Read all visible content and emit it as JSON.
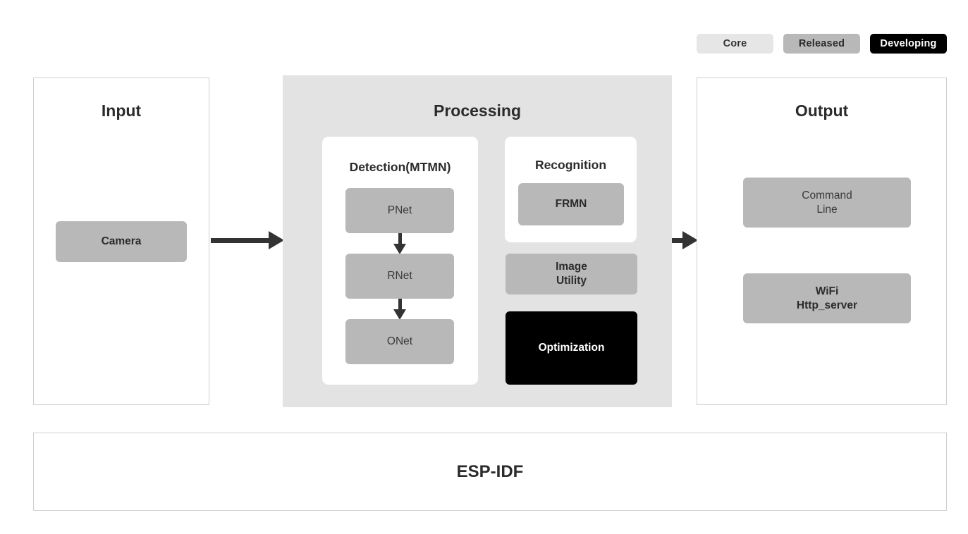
{
  "legend": {
    "items": [
      {
        "label": "Core",
        "style": "core"
      },
      {
        "label": "Released",
        "style": "released"
      },
      {
        "label": "Developing",
        "style": "developing"
      }
    ]
  },
  "stages": {
    "input": {
      "title": "Input",
      "nodes": [
        {
          "label": "Camera",
          "status": "Released"
        }
      ]
    },
    "processing": {
      "title": "Processing",
      "detection": {
        "title": "Detection(MTMN)",
        "nodes": [
          {
            "label": "PNet",
            "status": "Released"
          },
          {
            "label": "RNet",
            "status": "Released"
          },
          {
            "label": "ONet",
            "status": "Released"
          }
        ]
      },
      "recognition": {
        "title": "Recognition",
        "nodes": [
          {
            "label": "FRMN",
            "status": "Released"
          }
        ]
      },
      "extras": [
        {
          "line1": "Image",
          "line2": "Utility",
          "status": "Released"
        },
        {
          "line1": "Optimization",
          "line2": "",
          "status": "Developing"
        }
      ]
    },
    "output": {
      "title": "Output",
      "nodes": [
        {
          "line1": "Command",
          "line2": "Line",
          "status": "Released"
        },
        {
          "line1": "WiFi",
          "line2": "Http_server",
          "status": "Released"
        }
      ]
    }
  },
  "footer": {
    "label": "ESP-IDF"
  },
  "colors": {
    "core": "#e6e6e6",
    "released": "#b8b8b8",
    "developing": "#000000",
    "panel_fill": "#e3e3e3",
    "panel_border": "#cfcfcf",
    "arrow": "#333333",
    "text": "#2b2b2b"
  },
  "flow": {
    "arrow_input_to_processing": "arrow-right",
    "arrow_processing_to_output": "arrow-right",
    "arrow_pnet_to_rnet": "arrow-down",
    "arrow_rnet_to_onet": "arrow-down"
  }
}
